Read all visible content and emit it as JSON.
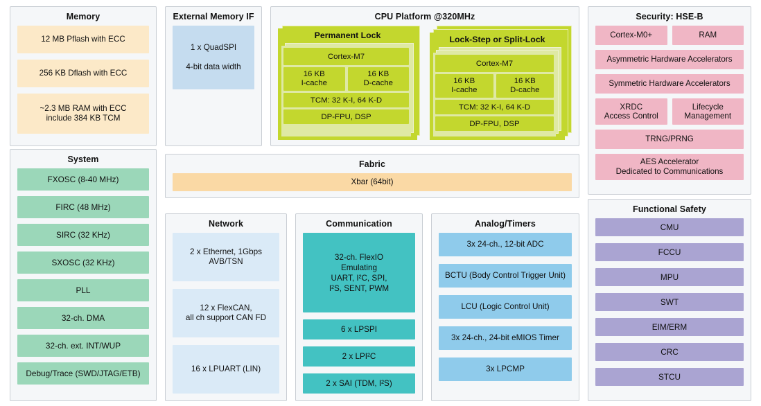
{
  "memory": {
    "title": "Memory",
    "blocks": [
      "12 MB Pflash with ECC",
      "256 KB Dflash with ECC",
      "~2.3 MB RAM with ECC\ninclude 384 KB TCM"
    ],
    "color": "#fce9c8"
  },
  "external_memory_if": {
    "title": "External Memory IF",
    "block_line1": "1 x QuadSPI",
    "block_line2": "4-bit data width",
    "color": "#c5dcef"
  },
  "cpu_platform": {
    "title": "CPU Platform @320MHz",
    "color": "#c3d72e",
    "inner_color": "#dfe9a4",
    "clusters": [
      {
        "title": "Permanent Lock",
        "layers": 2,
        "core": "Cortex-M7",
        "icache": "16 KB\nI-cache",
        "dcache": "16 KB\nD-cache",
        "tcm": "TCM: 32 K-I, 64 K-D",
        "fpu": "DP-FPU, DSP"
      },
      {
        "title": "Lock-Step or Split-Lock",
        "layers": 3,
        "core": "Cortex-M7",
        "icache": "16 KB\nI-cache",
        "dcache": "16 KB\nD-cache",
        "tcm": "TCM: 32 K-I, 64 K-D",
        "fpu": "DP-FPU, DSP"
      }
    ]
  },
  "security": {
    "title": "Security: HSE-B",
    "color": "#f0b6c5",
    "row1": [
      "Cortex-M0+",
      "RAM"
    ],
    "row2": "Asymmetric Hardware Accelerators",
    "row3": "Symmetric Hardware Accelerators",
    "row4": [
      "XRDC\nAccess Control",
      "Lifecycle\nManagement"
    ],
    "row5": "TRNG/PRNG",
    "row6": "AES Accelerator\nDedicated to Communications"
  },
  "system": {
    "title": "System",
    "color": "#9bd7b9",
    "blocks": [
      "FXOSC (8-40 MHz)",
      "FIRC (48 MHz)",
      "SIRC (32 KHz)",
      "SXOSC (32 KHz)",
      "PLL",
      "32-ch. DMA",
      "32-ch. ext. INT/WUP",
      "Debug/Trace (SWD/JTAG/ETB)"
    ]
  },
  "fabric": {
    "title": "Fabric",
    "color": "#fad9a5",
    "block": "Xbar (64bit)"
  },
  "network": {
    "title": "Network",
    "color": "#daeaf7",
    "blocks": [
      "2 x Ethernet, 1Gbps\nAVB/TSN",
      "12 x FlexCAN,\nall ch support CAN FD",
      "16 x LPUART (LIN)"
    ]
  },
  "communication": {
    "title": "Communication",
    "color": "#43c2c2",
    "big_block": "32-ch. FlexIO\nEmulating\nUART, I²C, SPI,\nI²S, SENT, PWM",
    "blocks": [
      "6 x LPSPI",
      "2 x LPI²C",
      "2 x SAI (TDM, I²S)"
    ]
  },
  "analog_timers": {
    "title": "Analog/Timers",
    "color": "#8fcbeb",
    "blocks": [
      "3x 24-ch., 12-bit ADC",
      "BCTU (Body Control Trigger Unit)",
      "LCU (Logic Control Unit)",
      "3x 24-ch., 24-bit eMIOS Timer",
      "3x LPCMP"
    ]
  },
  "functional_safety": {
    "title": "Functional Safety",
    "color": "#aaa4d2",
    "blocks": [
      "CMU",
      "FCCU",
      "MPU",
      "SWT",
      "EIM/ERM",
      "CRC",
      "STCU"
    ]
  }
}
